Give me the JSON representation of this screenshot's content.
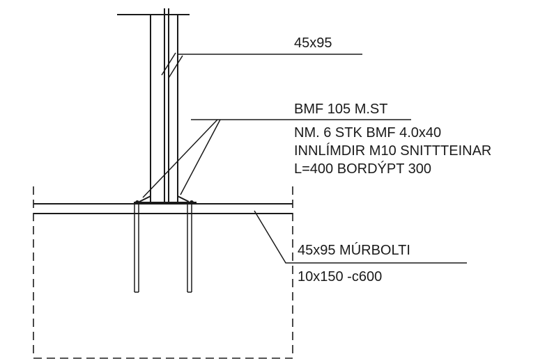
{
  "labels": {
    "stud": "45x95",
    "connector": "BMF 105 M.ST",
    "fastener_line1": "NM. 6 STK BMF 4.0x40",
    "fastener_line2": "INNLÍMDIR M10 SNITTTEINAR",
    "fastener_line3": "L=400 BORDÝPT 300",
    "sill": "45x95 MÚRBOLTI",
    "anchor": "10x150 -c600"
  },
  "colors": {
    "ink": "#1a1a1a",
    "background": "#ffffff"
  }
}
